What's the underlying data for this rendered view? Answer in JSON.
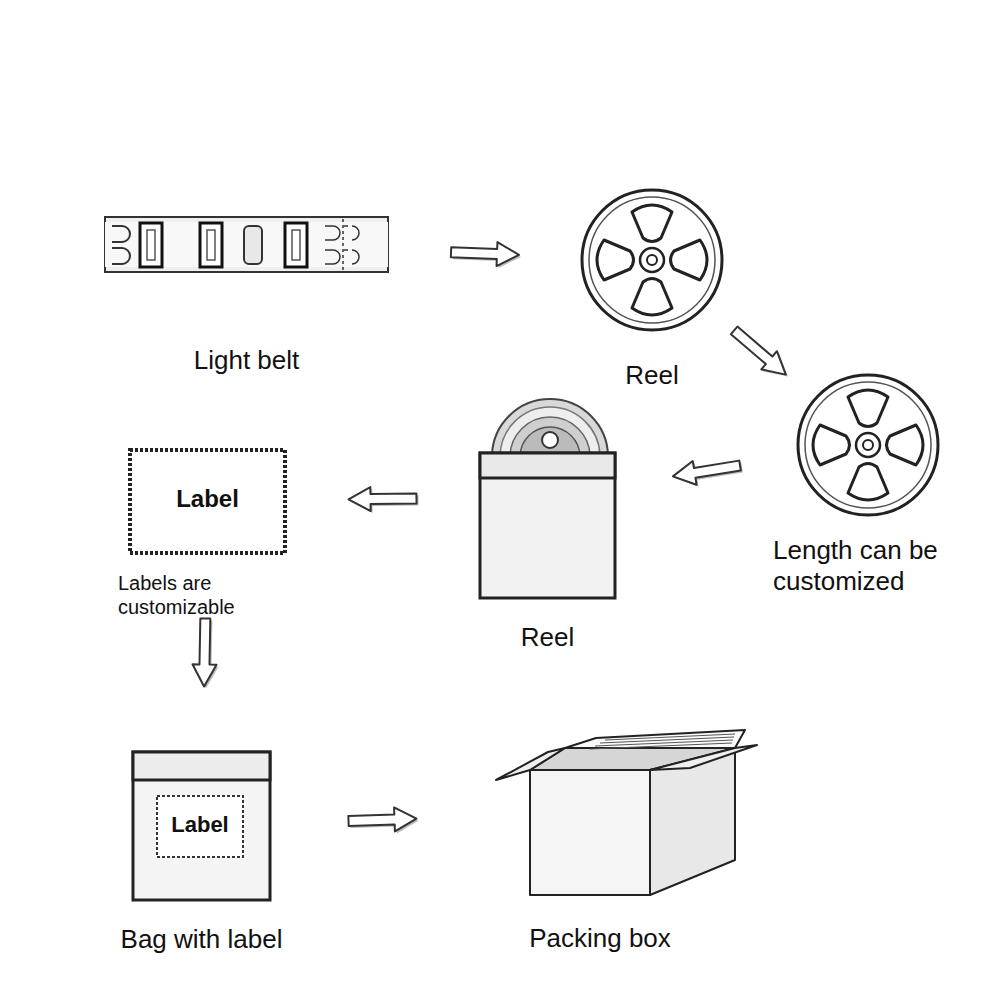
{
  "diagram": {
    "nodes": [
      {
        "text": [
          "Light belt"
        ]
      },
      {
        "text": [
          "Reel"
        ]
      },
      {
        "text": [
          "Length can be customized"
        ]
      },
      {
        "text": [
          "Reel"
        ]
      },
      {
        "text": [
          "Label",
          "Labels are customizable"
        ]
      },
      {
        "text": [
          "Bag with label"
        ]
      },
      {
        "text": [
          "Label"
        ],
        "in": 5
      },
      {
        "text": [
          "Packing box"
        ]
      }
    ],
    "edges": [
      {
        "from": 0,
        "to": 1,
        "arrow": "to"
      },
      {
        "from": 1,
        "to": 2,
        "arrow": "to"
      },
      {
        "from": 2,
        "to": 3,
        "arrow": "to"
      },
      {
        "from": 3,
        "to": 4,
        "arrow": "to"
      },
      {
        "from": 4,
        "to": 5,
        "arrow": "to"
      },
      {
        "from": 5,
        "to": 7,
        "arrow": "to"
      }
    ]
  }
}
